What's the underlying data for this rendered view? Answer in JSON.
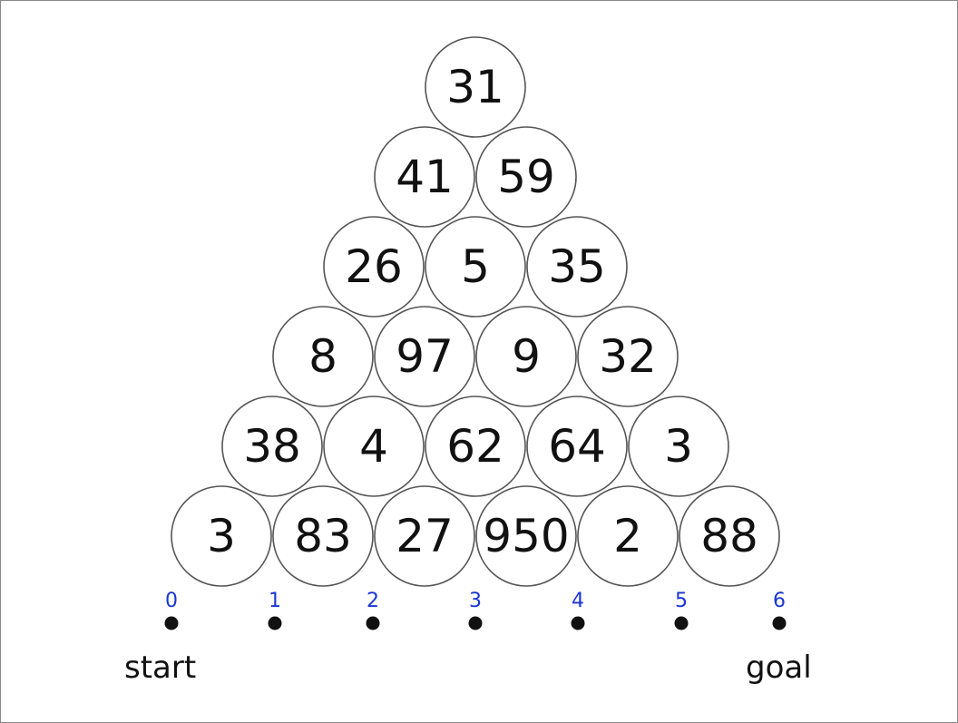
{
  "rows": [
    [
      "31"
    ],
    [
      "41",
      "59"
    ],
    [
      "26",
      "5",
      "35"
    ],
    [
      "8",
      "97",
      "9",
      "32"
    ],
    [
      "38",
      "4",
      "62",
      "64",
      "3"
    ],
    [
      "3",
      "83",
      "27",
      "950",
      "2",
      "88"
    ]
  ],
  "positions": [
    "0",
    "1",
    "2",
    "3",
    "4",
    "5",
    "6"
  ],
  "labels": {
    "start": "start",
    "goal": "goal"
  },
  "colors": {
    "position_numbers": "#1a35d6",
    "ball_outline": "#555555",
    "text": "#111111"
  }
}
